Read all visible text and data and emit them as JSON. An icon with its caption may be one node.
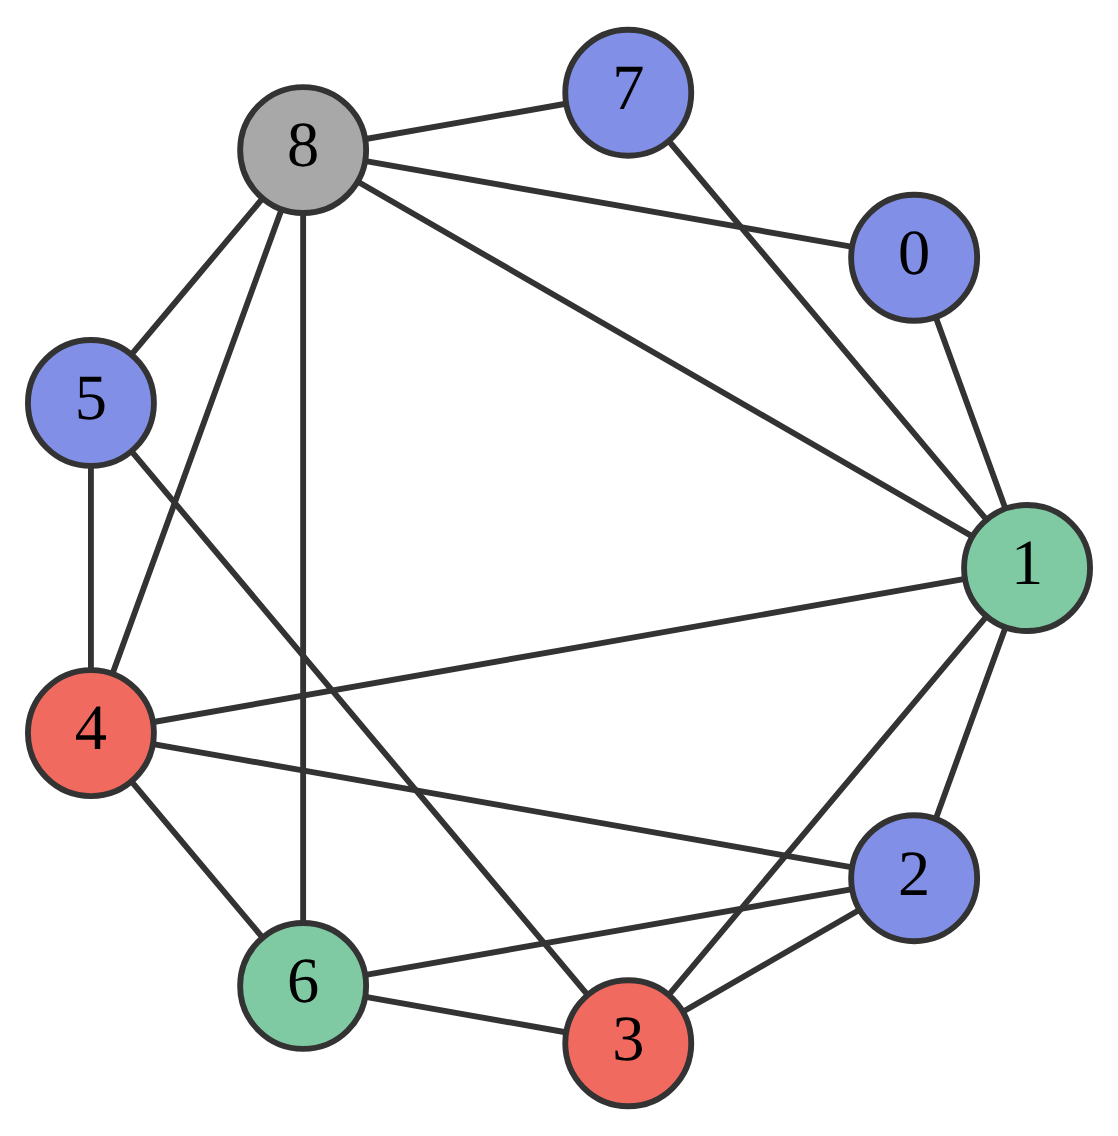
{
  "diagram": {
    "nodes": [
      {
        "text": [
          "2"
        ]
      },
      {
        "text": [
          "3"
        ]
      },
      {
        "text": [
          "1"
        ]
      },
      {
        "text": [
          "4"
        ]
      },
      {
        "text": [
          "0"
        ]
      },
      {
        "text": [
          "5"
        ]
      },
      {
        "text": [
          "8"
        ]
      },
      {
        "text": [
          "6"
        ]
      },
      {
        "text": [
          "7"
        ]
      }
    ],
    "edges": [
      {
        "from": 1,
        "to": 0,
        "arrow": "none"
      },
      {
        "from": 1,
        "to": 2,
        "arrow": "none"
      },
      {
        "from": 1,
        "to": 7,
        "arrow": "none"
      },
      {
        "from": 1,
        "to": 5,
        "arrow": "none"
      },
      {
        "from": 0,
        "to": 2,
        "arrow": "none"
      },
      {
        "from": 0,
        "to": 3,
        "arrow": "none"
      },
      {
        "from": 0,
        "to": 7,
        "arrow": "none"
      },
      {
        "from": 2,
        "to": 3,
        "arrow": "none"
      },
      {
        "from": 2,
        "to": 4,
        "arrow": "none"
      },
      {
        "from": 2,
        "to": 8,
        "arrow": "none"
      },
      {
        "from": 2,
        "to": 6,
        "arrow": "none"
      },
      {
        "from": 3,
        "to": 5,
        "arrow": "none"
      },
      {
        "from": 3,
        "to": 7,
        "arrow": "none"
      },
      {
        "from": 3,
        "to": 6,
        "arrow": "none"
      },
      {
        "from": 5,
        "to": 6,
        "arrow": "none"
      },
      {
        "from": 4,
        "to": 6,
        "arrow": "none"
      },
      {
        "from": 6,
        "to": 7,
        "arrow": "none"
      },
      {
        "from": 6,
        "to": 8,
        "arrow": "none"
      }
    ]
  }
}
